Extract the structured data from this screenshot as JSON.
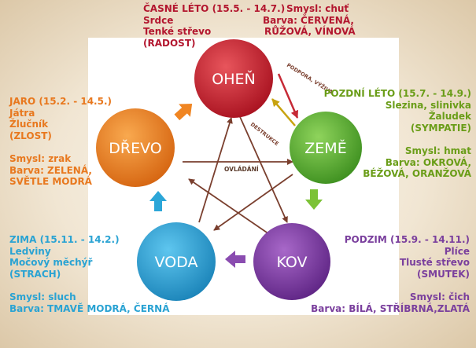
{
  "colors": {
    "fire": "#c62a36",
    "earth": "#5fb23a",
    "wood": "#f08522",
    "water": "#2ca6d8",
    "metal": "#7a3c9a",
    "cycle_arrow": "#7a3f2e",
    "support_arrow": "#c62a36",
    "destruction_arrow": "#c8a310"
  },
  "elements": {
    "fire": "OHEŇ",
    "earth": "ZEMĚ",
    "metal": "KOV",
    "water": "VODA",
    "wood": "DŘEVO"
  },
  "arrow_labels": {
    "support": "PODPORA, VÝŽIVA",
    "destruction": "DESTRUKCE",
    "control": "OVLÁDÁNÍ"
  },
  "seasons": {
    "fire": {
      "line1": "ČASNÉ LÉTO (15.5. - 14.7.)",
      "sense": "Smysl:  chuť",
      "organ1": "Srdce",
      "color_label": "Barva: ČERVENÁ,",
      "organ2": "Tenké střevo",
      "color_values": "RŮŽOVÁ, VÍNOVÁ",
      "emotion": "(RADOST)"
    },
    "earth": {
      "line1": "POZDNÍ LÉTO (15.7. - 14.9.)",
      "organ1": "Slezina, slinivka",
      "organ2": "Žaludek",
      "emotion": "(SYMPATIE)",
      "sense": "Smysl: hmat",
      "color1": "Barva: OKROVÁ,",
      "color2": "BÉŽOVÁ, ORANŽOVÁ"
    },
    "wood": {
      "line1": "JARO (15.2. - 14.5.)",
      "organ1": "Játra",
      "organ2": "Žlučník",
      "emotion": "(ZLOST)",
      "sense": "Smysl: zrak",
      "color1": "Barva: ZELENÁ,",
      "color2": "SVĚTLE MODRÁ"
    },
    "water": {
      "line1": "ZIMA (15.11. - 14.2.)",
      "organ1": "Ledviny",
      "organ2": "Močový měchýř",
      "emotion": "(STRACH)",
      "sense": "Smysl: sluch",
      "color1": "Barva: TMAVĚ MODRÁ, ČERNÁ"
    },
    "metal": {
      "line1": "PODZIM (15.9. - 14.11.)",
      "organ1": "Plíce",
      "organ2": "Tlusté střevo",
      "emotion": "(SMUTEK)",
      "sense": "Smysl: čich",
      "color1": "Barva: BÍLÁ, STŘÍBRNÁ,ZLATÁ"
    }
  }
}
